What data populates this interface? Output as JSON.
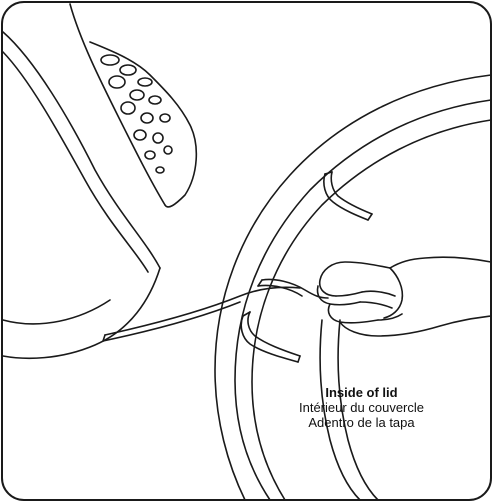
{
  "caption": {
    "title": "Inside of lid",
    "french": "Intérieur du couvercle",
    "spanish": "Adentro de la tapa"
  },
  "colors": {
    "line": "#1a1a1a",
    "background": "#ffffff"
  }
}
